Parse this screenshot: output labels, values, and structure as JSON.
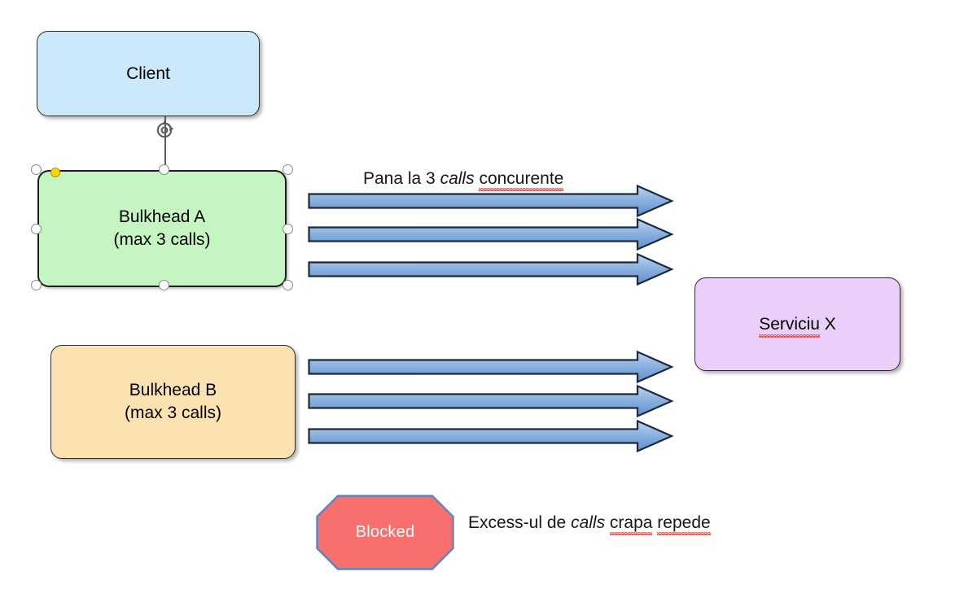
{
  "diagram": {
    "title": "Bulkhead pattern diagram",
    "background": "#ffffff"
  },
  "nodes": {
    "client": {
      "label": "Client",
      "fill": "#cce9fb",
      "border": "#2b2b2b"
    },
    "bulkhead_a": {
      "line1": "Bulkhead A",
      "line2": "(max 3 calls)",
      "fill": "#c5f5c0",
      "border": "#1d1d1d",
      "selected": true
    },
    "bulkhead_b": {
      "line1": "Bulkhead B",
      "line2": "(max 3 calls)",
      "fill": "#fce2b0",
      "border": "#2b2b2b",
      "selected": false
    },
    "serviciu_x": {
      "label": "Serviciu X",
      "label_misspelled": "Serviciu",
      "label_rest": " X",
      "fill": "#e9cff9",
      "border": "#2b2b2b"
    },
    "blocked": {
      "label": "Blocked",
      "fill": "#f8706e",
      "border": "#5b86c4",
      "text_color": "#ffffff",
      "shape": "octagon"
    }
  },
  "captions": {
    "arrows_a": {
      "part1": "Pana la 3 ",
      "italic": "calls",
      "part2": " ",
      "misspelled": "concurente"
    },
    "blocked": {
      "part1": "Excess-ul de ",
      "italic": "calls",
      "part2": " ",
      "misspelled1": "crapa",
      "space": " ",
      "misspelled2": "repede"
    }
  },
  "arrows": {
    "fill_light": "#a8c7ea",
    "fill_dark": "#5b8fd0",
    "border": "#1c2a3a",
    "group_a_count": 3,
    "group_b_count": 3,
    "group_a_name": "bulkhead-a-calls",
    "group_b_name": "bulkhead-b-calls"
  },
  "selection": {
    "handle_fill": "#ffffff",
    "handle_border": "#888888",
    "adjust_fill": "#ffd400",
    "rotate_icon": "rotate-handle-icon"
  },
  "icons": {
    "rotate": "rotate-icon"
  }
}
